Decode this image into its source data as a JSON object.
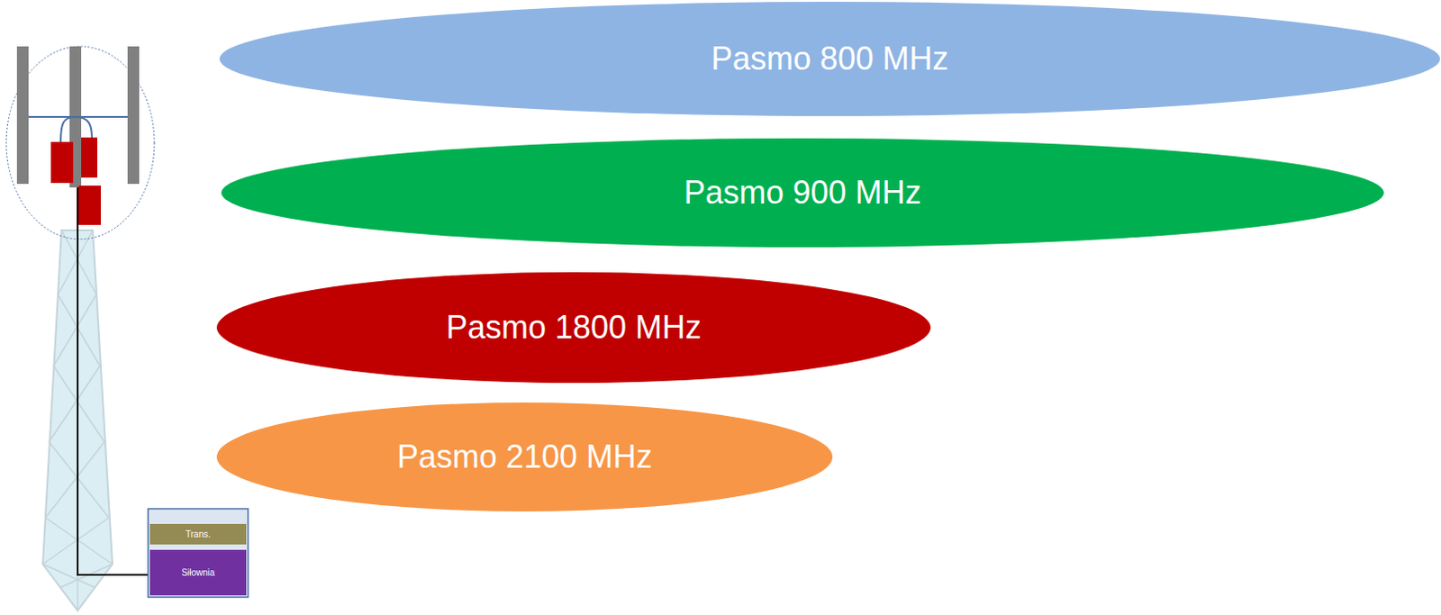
{
  "diagram": {
    "nodes": [
      {
        "text": [
          "Pasmo 800 MHz"
        ]
      },
      {
        "text": [
          "Pasmo 900 MHz"
        ]
      },
      {
        "text": [
          "Pasmo 1800 MHz"
        ]
      },
      {
        "text": [
          "Pasmo 2100 MHz"
        ]
      },
      {
        "text": [
          "Trans."
        ]
      },
      {
        "text": [
          "Siłownia"
        ]
      }
    ]
  }
}
